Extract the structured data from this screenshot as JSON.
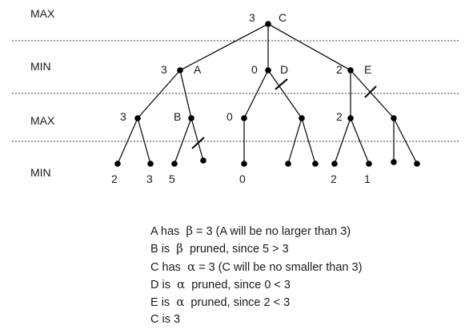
{
  "levels": [
    "MAX",
    "MIN",
    "MAX",
    "MIN"
  ],
  "nodes": {
    "C": {
      "name": "C",
      "value": "3"
    },
    "A": {
      "name": "A",
      "value": "3"
    },
    "D": {
      "name": "D",
      "value": "0"
    },
    "E": {
      "name": "E",
      "value": "2"
    },
    "B": {
      "name": "B",
      "value": ""
    },
    "n3": {
      "value": "3"
    },
    "n0": {
      "value": "0"
    },
    "n2": {
      "value": "2"
    }
  },
  "leaf_values": [
    "2",
    "3",
    "5",
    "0",
    "2",
    "1"
  ],
  "notes": [
    {
      "pre": "A has  ",
      "symbol": "β",
      "post": " = 3 (A will be no larger than 3)"
    },
    {
      "pre": "B is  ",
      "symbol": "β",
      "post": "  pruned, since 5 > 3"
    },
    {
      "pre": "C has  ",
      "symbol": "α",
      "post": " = 3 (C will be no smaller than 3)"
    },
    {
      "pre": "D is  ",
      "symbol": "α",
      "post": "  pruned, since 0 < 3"
    },
    {
      "pre": "E is  ",
      "symbol": "α",
      "post": "  pruned, since 2 < 3"
    },
    {
      "pre": "C is 3",
      "symbol": "",
      "post": ""
    }
  ]
}
